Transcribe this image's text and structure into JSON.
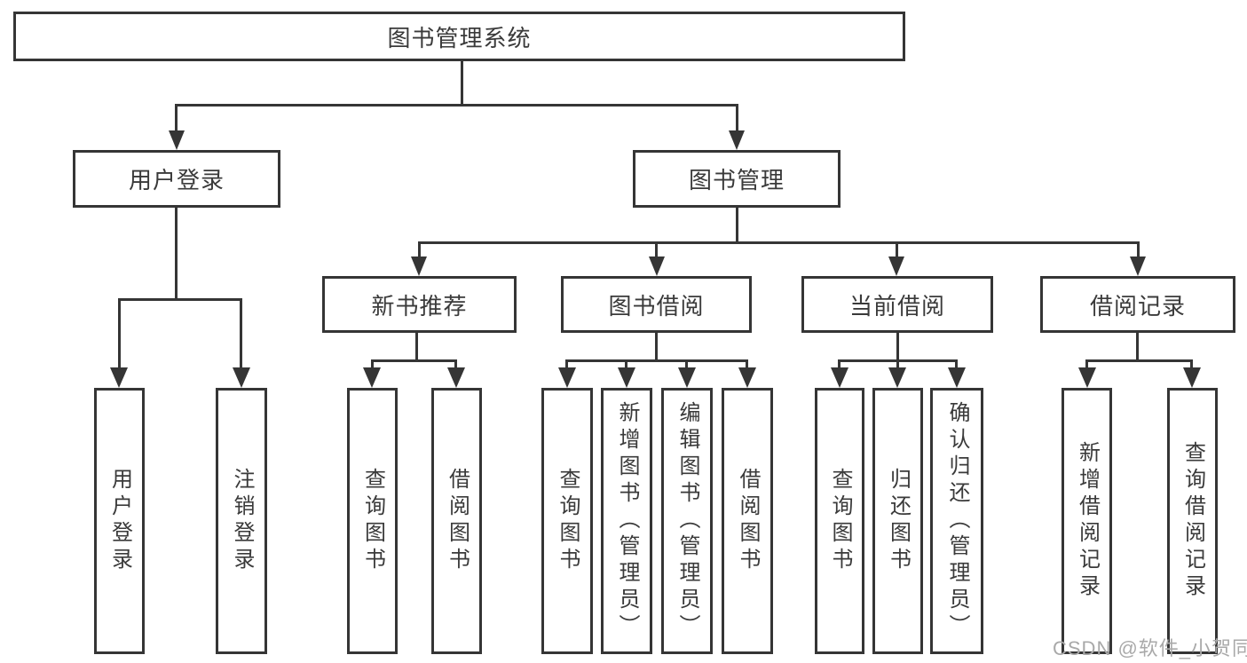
{
  "tree": {
    "label": "图书管理系统",
    "children": [
      {
        "label": "用户登录",
        "children": [
          {
            "label": "用户登录"
          },
          {
            "label": "注销登录"
          }
        ]
      },
      {
        "label": "图书管理",
        "children": [
          {
            "label": "新书推荐",
            "children": [
              {
                "label": "查询图书"
              },
              {
                "label": "借阅图书"
              }
            ]
          },
          {
            "label": "图书借阅",
            "children": [
              {
                "label": "查询图书"
              },
              {
                "label": "新增图书（管理员）"
              },
              {
                "label": "编辑图书（管理员）"
              },
              {
                "label": "借阅图书"
              }
            ]
          },
          {
            "label": "当前借阅",
            "children": [
              {
                "label": "查询图书"
              },
              {
                "label": "归还图书"
              },
              {
                "label": "确认归还（管理员）"
              }
            ]
          },
          {
            "label": "借阅记录",
            "children": [
              {
                "label": "新增借阅记录"
              },
              {
                "label": "查询借阅记录"
              }
            ]
          }
        ]
      }
    ]
  },
  "watermark": {
    "text": "CSDN @软件_小贺同学"
  },
  "colors": {
    "line": "#353535",
    "text": "#3a3a3a",
    "watermark": "#a9a9a9",
    "background": "#ffffff"
  }
}
